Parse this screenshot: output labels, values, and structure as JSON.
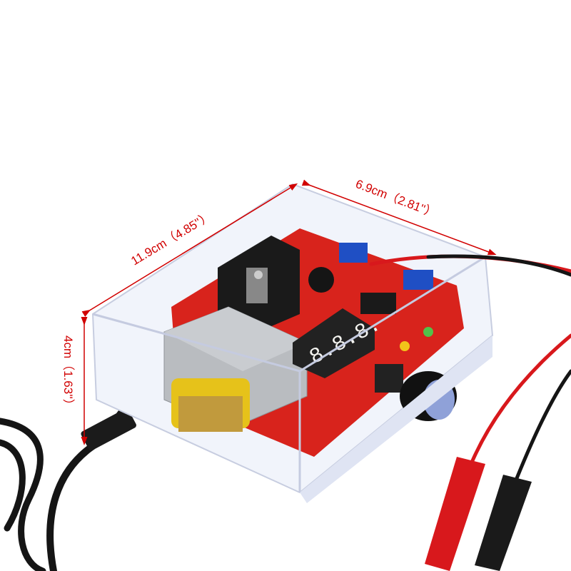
{
  "dimensions": {
    "length": "11.9cm（4.85''）",
    "width": "6.9cm（2.81''）",
    "height": "4cm（1.63''）"
  },
  "display": {
    "reading": "8.8.8."
  },
  "colors": {
    "dimension_line": "#d10000",
    "pcb": "#d8231c",
    "enclosure": "#eef2fb",
    "heatsink": "#1a1a1a",
    "transformer_core": "#b9bcc0",
    "coil": "#e6c21a",
    "terminal_block": "#1f4fc4",
    "knob": "#111111",
    "red_clip": "#d8181c",
    "black_clip": "#1a1a1a"
  }
}
